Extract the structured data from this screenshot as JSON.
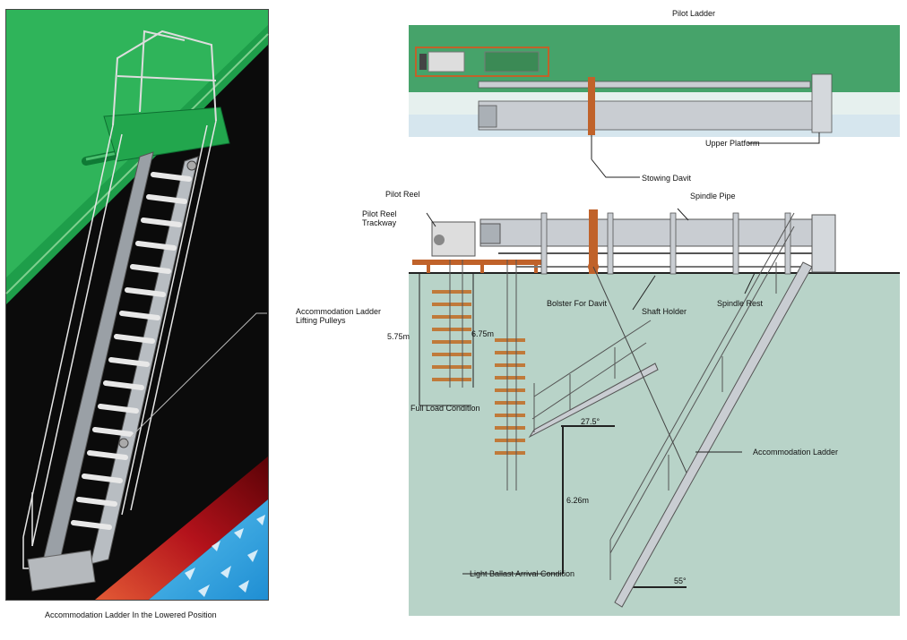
{
  "left_panel": {
    "caption": "Accommodation Ladder In the Lowered Position",
    "callout_line1": "Accommodation Ladder",
    "callout_line2": "Lifting Pulleys"
  },
  "right_panel": {
    "title": "Pilot Ladder",
    "labels": {
      "upper_platform": "Upper Platform",
      "stowing_davit": "Stowing Davit",
      "pilot_reel": "Pilot Reel",
      "pilot_reel_trackway_1": "Pilot Reel",
      "pilot_reel_trackway_2": "Trackway",
      "spindle_pipe": "Spindle Pipe",
      "bolster_for_davit": "Bolster For Davit",
      "shaft_holder": "Shaft Holder",
      "spindle_rest": "Spindle Rest",
      "dim_575": "5.75m",
      "dim_675": "6.75m",
      "full_load": "Full Load Condition",
      "angle_275": "27.5°",
      "dim_626": "6.26m",
      "accommodation_ladder": "Accommodation Ladder",
      "light_ballast": "Light Ballast Arrival Condition",
      "angle_55": "55°"
    }
  },
  "colors": {
    "hull_green": "#1e9e4a",
    "hull_black": "#0b0b0b",
    "sea_blue": "#2fa7e0",
    "boot_red": "#b3121b",
    "plan_green": "#46a36a",
    "plan_water": "#b8d3c8",
    "davit_orange": "#c0622a",
    "pipe_grey": "#c9cdd2"
  }
}
